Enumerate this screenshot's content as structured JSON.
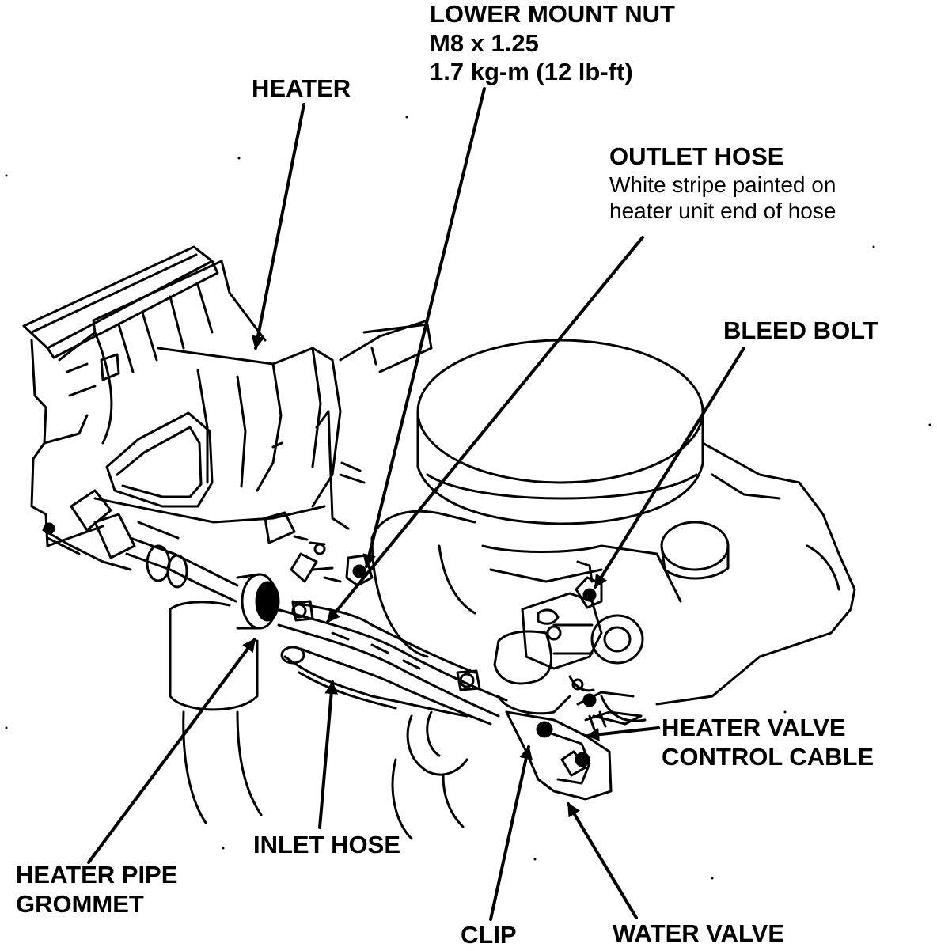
{
  "colors": {
    "ink": "#000000",
    "paper": "#ffffff"
  },
  "labels": {
    "lower_mount_nut": {
      "title": "LOWER MOUNT NUT",
      "spec_line1": "M8 x 1.25",
      "spec_line2": "1.7 kg-m (12 lb-ft)"
    },
    "heater": {
      "title": "HEATER"
    },
    "outlet_hose": {
      "title": "OUTLET HOSE",
      "note_line1": "White stripe painted on",
      "note_line2": "heater unit end of hose"
    },
    "bleed_bolt": {
      "title": "BLEED BOLT"
    },
    "heater_valve_control_cable": {
      "line1": "HEATER VALVE",
      "line2": "CONTROL CABLE"
    },
    "inlet_hose": {
      "title": "INLET HOSE"
    },
    "heater_pipe_grommet": {
      "line1": "HEATER PIPE",
      "line2": "GROMMET"
    },
    "clip": {
      "title": "CLIP"
    },
    "water_valve": {
      "title": "WATER VALVE"
    }
  }
}
